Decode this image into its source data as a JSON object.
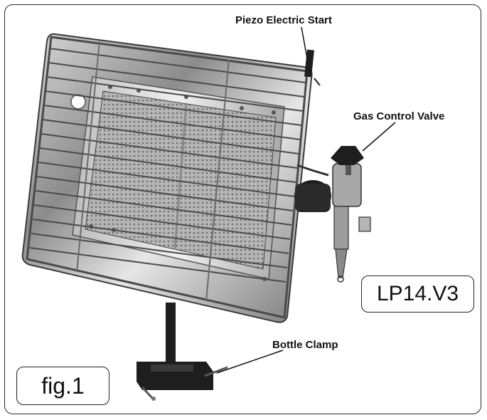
{
  "labels": {
    "piezo": "Piezo Electric Start",
    "gas_valve": "Gas Control Valve",
    "bottle_clamp": "Bottle Clamp"
  },
  "model_code": "LP14.V3",
  "figure_label": "fig.1",
  "colors": {
    "frame": "#2b2b2b",
    "steel": "#9a9a9a",
    "dark_part": "#1e1e1e"
  }
}
